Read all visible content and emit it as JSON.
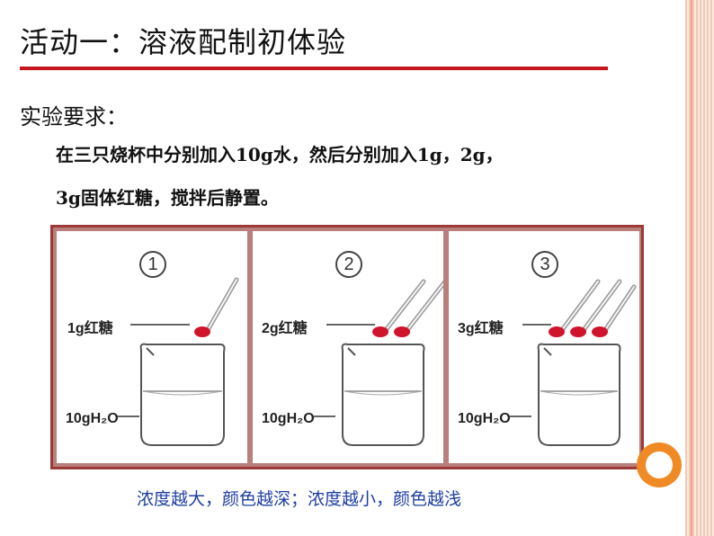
{
  "slide": {
    "title": "活动一：溶液配制初体验",
    "requirement_label": "实验要求：",
    "instruction_line1": "在三只烧杯中分别加入10g水，然后分别加入1g，2g，",
    "instruction_line2": "3g固体红糖，搅拌后静置。",
    "caption": "浓度越大，颜色越深；浓度越小，颜色越浅"
  },
  "figure": {
    "panels": [
      {
        "number": "1",
        "sugar_label": "1g红糖",
        "water_label": "10gH₂O",
        "spoons": 1
      },
      {
        "number": "2",
        "sugar_label": "2g红糖",
        "water_label": "10gH₂O",
        "spoons": 2
      },
      {
        "number": "3",
        "sugar_label": "3g红糖",
        "water_label": "10gH₂O",
        "spoons": 3
      }
    ]
  },
  "colors": {
    "title_rule": "#c4161c",
    "frame_fill": "#b97f7c",
    "frame_border": "#9b3a37",
    "sugar": "#d0142c",
    "caption_text": "#1e3fa0",
    "orange_accent": "#f08a24"
  }
}
